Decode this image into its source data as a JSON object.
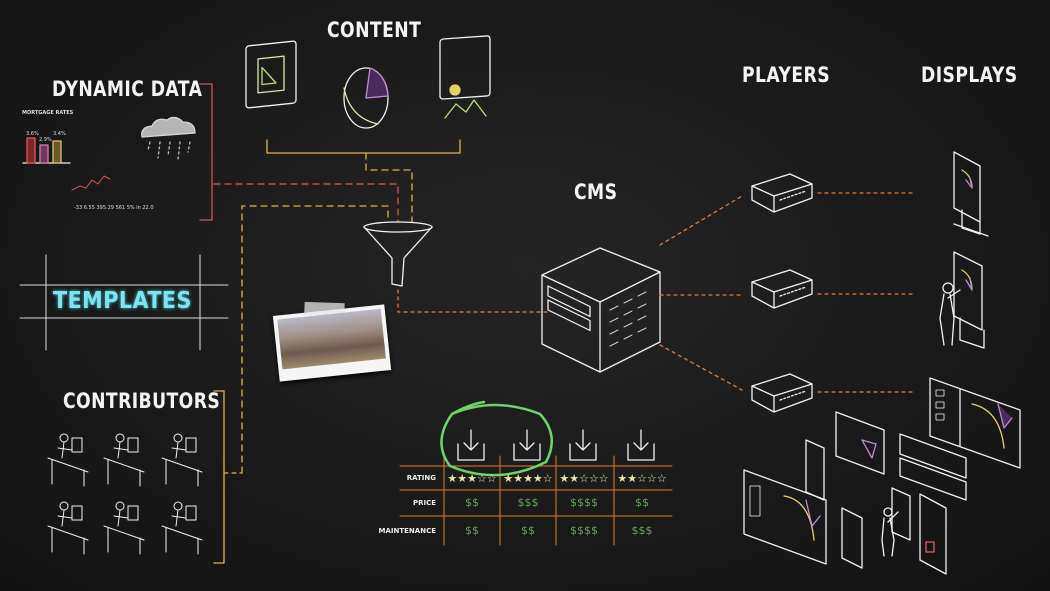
{
  "headings": {
    "content": "CONTENT",
    "dynamic_data": "DYNAMIC DATA",
    "templates": "TEMPLATES",
    "contributors": "CONTRIBUTORS",
    "cms": "CMS",
    "players": "PLAYERS",
    "displays": "DISPLAYS"
  },
  "mortgage": {
    "title": "MORTGAGE RATES",
    "values": [
      "3.6%",
      "2.9%",
      "3.4%"
    ],
    "ticker": "-33   6.55   395.29   561   5% in 22.0"
  },
  "comparison": {
    "rows": [
      "RATING",
      "PRICE",
      "MAINTENANCE"
    ],
    "columns": [
      {
        "rating": "★★★☆☆",
        "price": "$$",
        "maintenance": "$$"
      },
      {
        "rating": "★★★★☆",
        "price": "$$$",
        "maintenance": "$$"
      },
      {
        "rating": "★★☆☆☆",
        "price": "$$$$",
        "maintenance": "$$$$"
      },
      {
        "rating": "★★☆☆☆",
        "price": "$$",
        "maintenance": "$$$"
      }
    ]
  },
  "colors": {
    "chalk": "#f2f2f2",
    "red_line": "#d9534f",
    "yellow_line": "#e3b14a",
    "orange_line": "#e07a3a",
    "templates_cyan": "#7fe4f0",
    "highlight_green": "#6fd36a",
    "money_green": "#67a45e"
  },
  "icons": [
    "storm-cloud-icon",
    "film-icon",
    "pie-chart-icon",
    "landscape-image-icon",
    "funnel-icon",
    "server-icon",
    "player-box-icon",
    "kiosk-display-icon",
    "download-icon",
    "person-at-desk-icon"
  ]
}
